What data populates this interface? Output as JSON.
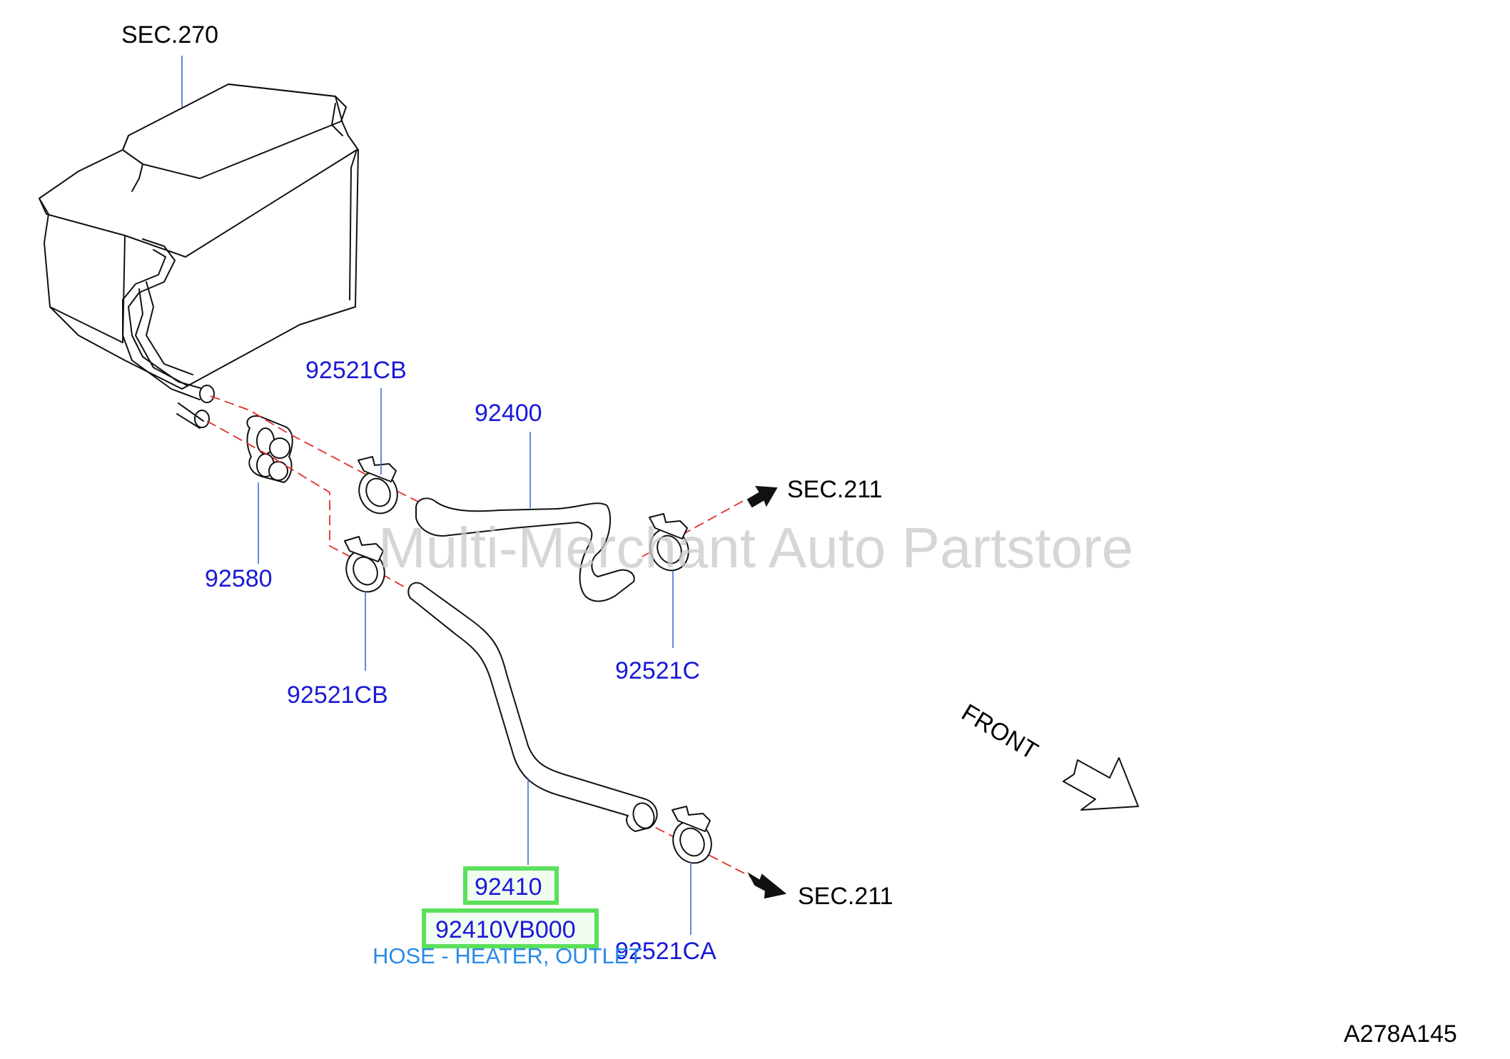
{
  "callouts": {
    "sec_270": "SEC.270",
    "p92521cb_top": "92521CB",
    "p92400": "92400",
    "sec_211_top": "SEC.211",
    "p92580": "92580",
    "p92521c": "92521C",
    "p92521cb_bottom": "92521CB",
    "front": "FRONT",
    "p92410": "92410",
    "p92410vb000": "92410VB000",
    "sec_211_bottom": "SEC.211",
    "p92521ca": "92521CA",
    "part_description": "HOSE - HEATER, OUTLET",
    "diagram_code": "A278A145"
  },
  "watermark": "Multi-Merchant Auto Partstore",
  "colors": {
    "callout_text": "#1a1ad6",
    "description_text": "#2a8ae6",
    "highlight": "#5be05b",
    "centerline": "#e0302a",
    "leader": "#3a6fd0"
  }
}
